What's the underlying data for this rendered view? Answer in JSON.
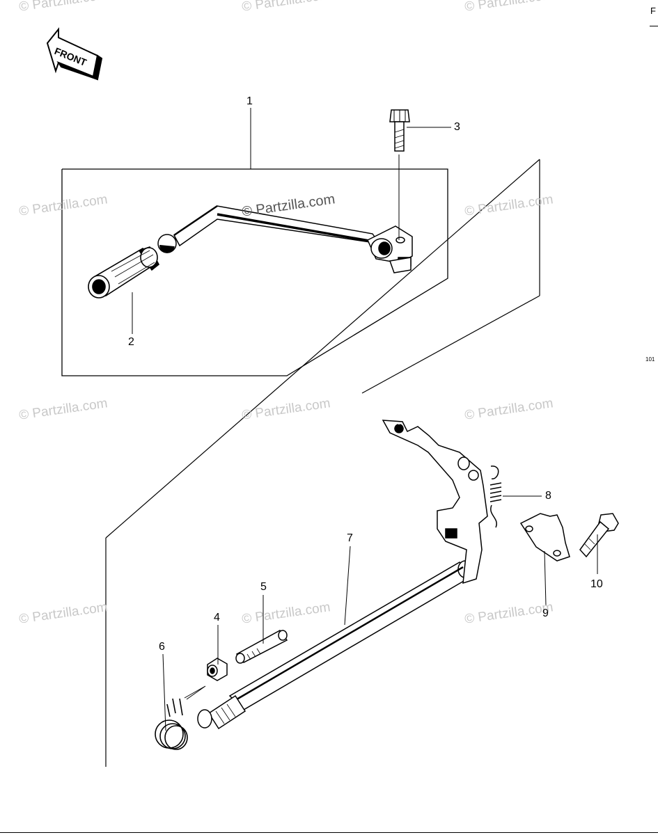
{
  "header": {
    "edge_letter": "F",
    "side_code": "101"
  },
  "front_arrow": {
    "label": "FRONT",
    "icon": "front-arrow-icon"
  },
  "watermark": {
    "text": "© Partzilla.com",
    "center_text": "© Partzilla.com"
  },
  "callouts": [
    {
      "number": "1",
      "part": "kick-pedal-assembly"
    },
    {
      "number": "2",
      "part": "pedal-rubber"
    },
    {
      "number": "3",
      "part": "pedal-bolt"
    },
    {
      "number": "4",
      "part": "nut"
    },
    {
      "number": "5",
      "part": "pin"
    },
    {
      "number": "6",
      "part": "return-spring"
    },
    {
      "number": "7",
      "part": "shift-shaft"
    },
    {
      "number": "8",
      "part": "spring"
    },
    {
      "number": "9",
      "part": "plate"
    },
    {
      "number": "10",
      "part": "bolt"
    }
  ]
}
